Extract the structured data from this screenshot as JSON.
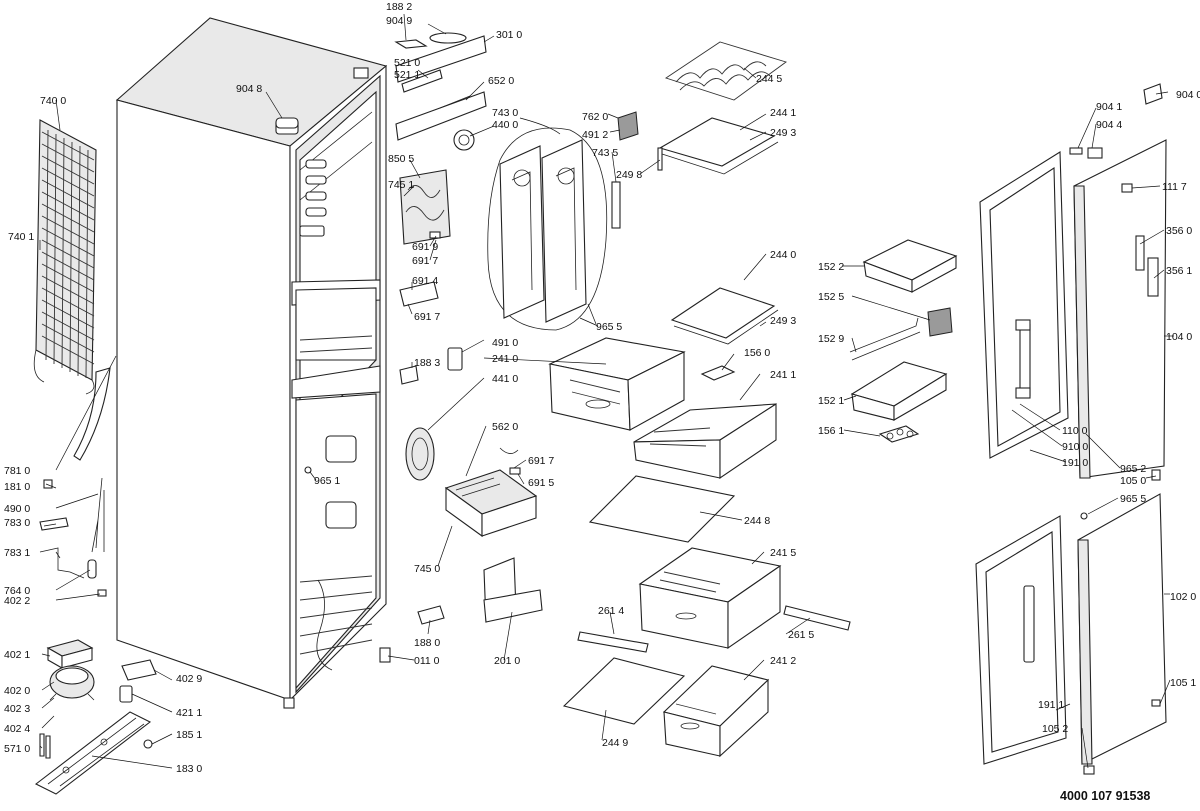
{
  "diagram": {
    "reference_number": "4000 107 91538",
    "labels": [
      {
        "id": "p1882",
        "text": "188 2"
      },
      {
        "id": "p9049",
        "text": "904 9"
      },
      {
        "id": "p3010",
        "text": "301 0"
      },
      {
        "id": "p5210",
        "text": "521 0"
      },
      {
        "id": "p5211",
        "text": "521 1"
      },
      {
        "id": "p6520",
        "text": "652 0"
      },
      {
        "id": "p9048",
        "text": "904 8"
      },
      {
        "id": "p7430",
        "text": "743 0"
      },
      {
        "id": "p4400",
        "text": "440 0"
      },
      {
        "id": "p7620",
        "text": "762 0"
      },
      {
        "id": "p4912",
        "text": "491 2"
      },
      {
        "id": "p7435",
        "text": "743 5"
      },
      {
        "id": "p2445",
        "text": "244 5"
      },
      {
        "id": "p2441",
        "text": "244 1"
      },
      {
        "id": "p2493a",
        "text": "249 3"
      },
      {
        "id": "p2498",
        "text": "249 8"
      },
      {
        "id": "p8505",
        "text": "850 5"
      },
      {
        "id": "p7451",
        "text": "745 1"
      },
      {
        "id": "p6919",
        "text": "691 9"
      },
      {
        "id": "p6917a",
        "text": "691 7"
      },
      {
        "id": "p6914",
        "text": "691 4"
      },
      {
        "id": "p6917b",
        "text": "691 7"
      },
      {
        "id": "p7400",
        "text": "740 0"
      },
      {
        "id": "p7401",
        "text": "740 1"
      },
      {
        "id": "p2440",
        "text": "244 0"
      },
      {
        "id": "p2493b",
        "text": "249 3"
      },
      {
        "id": "p9655a",
        "text": "965 5"
      },
      {
        "id": "p1883",
        "text": "188 3"
      },
      {
        "id": "p4910",
        "text": "491 0"
      },
      {
        "id": "p2410",
        "text": "241 0"
      },
      {
        "id": "p4410",
        "text": "441 0"
      },
      {
        "id": "p1560",
        "text": "156 0"
      },
      {
        "id": "p2411",
        "text": "241 1"
      },
      {
        "id": "p5620",
        "text": "562 0"
      },
      {
        "id": "p6917c",
        "text": "691 7"
      },
      {
        "id": "p6915",
        "text": "691 5"
      },
      {
        "id": "p9651",
        "text": "965 1"
      },
      {
        "id": "p7810",
        "text": "781 0"
      },
      {
        "id": "p1810",
        "text": "181 0"
      },
      {
        "id": "p4900",
        "text": "490 0"
      },
      {
        "id": "p7830",
        "text": "783 0"
      },
      {
        "id": "p7831",
        "text": "783 1"
      },
      {
        "id": "p7640",
        "text": "764 0"
      },
      {
        "id": "p4022",
        "text": "402 2"
      },
      {
        "id": "p4021",
        "text": "402 1"
      },
      {
        "id": "p4020",
        "text": "402 0"
      },
      {
        "id": "p4023",
        "text": "402 3"
      },
      {
        "id": "p4024",
        "text": "402 4"
      },
      {
        "id": "p5710",
        "text": "571 0"
      },
      {
        "id": "p4029",
        "text": "402 9"
      },
      {
        "id": "p4211",
        "text": "421 1"
      },
      {
        "id": "p1851",
        "text": "185 1"
      },
      {
        "id": "p1830",
        "text": "183 0"
      },
      {
        "id": "p7450",
        "text": "745 0"
      },
      {
        "id": "p1880",
        "text": "188 0"
      },
      {
        "id": "p0110",
        "text": "011 0"
      },
      {
        "id": "p2010",
        "text": "201 0"
      },
      {
        "id": "p2448",
        "text": "244 8"
      },
      {
        "id": "p2415",
        "text": "241 5"
      },
      {
        "id": "p2614",
        "text": "261 4"
      },
      {
        "id": "p2615",
        "text": "261 5"
      },
      {
        "id": "p2412",
        "text": "241 2"
      },
      {
        "id": "p2449",
        "text": "244 9"
      },
      {
        "id": "p1522",
        "text": "152 2"
      },
      {
        "id": "p1525",
        "text": "152 5"
      },
      {
        "id": "p1529",
        "text": "152 9"
      },
      {
        "id": "p1521",
        "text": "152 1"
      },
      {
        "id": "p1561",
        "text": "156 1"
      },
      {
        "id": "p9041",
        "text": "904 1"
      },
      {
        "id": "p9040",
        "text": "904 0"
      },
      {
        "id": "p9044",
        "text": "904 4"
      },
      {
        "id": "p1117",
        "text": "111 7"
      },
      {
        "id": "p3560",
        "text": "356 0"
      },
      {
        "id": "p3561",
        "text": "356 1"
      },
      {
        "id": "p1040",
        "text": "104 0"
      },
      {
        "id": "p1100",
        "text": "110 0"
      },
      {
        "id": "p9100",
        "text": "910 0"
      },
      {
        "id": "p1910",
        "text": "191 0"
      },
      {
        "id": "p9652",
        "text": "965 2"
      },
      {
        "id": "p1050",
        "text": "105 0"
      },
      {
        "id": "p9655b",
        "text": "965 5"
      },
      {
        "id": "p1020",
        "text": "102 0"
      },
      {
        "id": "p1051",
        "text": "105 1"
      },
      {
        "id": "p1911",
        "text": "191 1"
      },
      {
        "id": "p1052",
        "text": "105 2"
      }
    ]
  }
}
